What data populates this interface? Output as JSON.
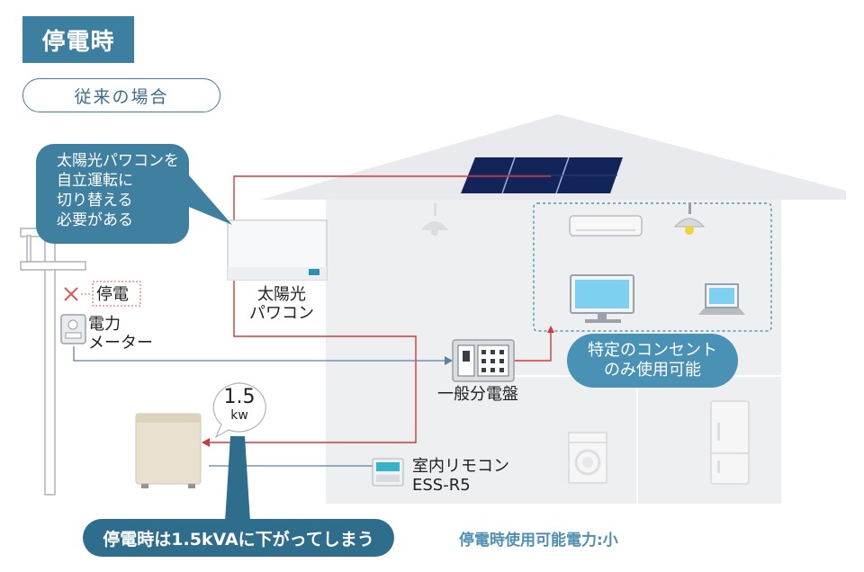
{
  "header": {
    "title": "停電時",
    "subtitle": "従来の場合"
  },
  "callout": {
    "lines": [
      "太陽光パワコンを",
      "自立運転に",
      "切り替える",
      "必要がある"
    ]
  },
  "labels": {
    "outage": "停電",
    "meter_line1": "電力",
    "meter_line2": "メーター",
    "pcs_line1": "太陽光",
    "pcs_line2": "パワコン",
    "panel": "一般分電盤",
    "remote_line1": "室内リモコン",
    "remote_line2": "ESS-R5",
    "outlet_line1": "特定のコンセント",
    "outlet_line2": "のみ使用可能",
    "bubble_value": "1.5",
    "bubble_unit": "kw"
  },
  "bottom": {
    "note": "停電時は1.5kVAに下がってしまう",
    "usable_power": "停電時使用可能電力:小"
  },
  "colors": {
    "accent": "#3d7fa0",
    "red_line": "#d23a3a",
    "blue_line": "#5d7fa6",
    "house": "#eeeff1"
  }
}
